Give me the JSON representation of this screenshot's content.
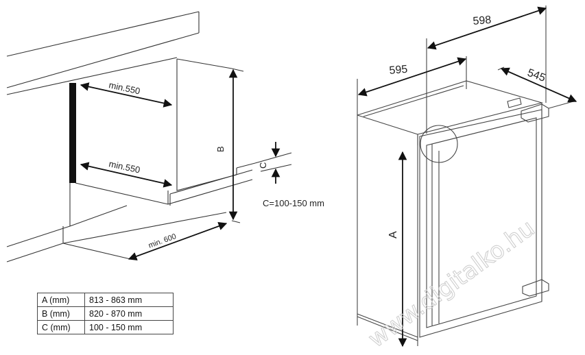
{
  "left_diagram": {
    "dims": {
      "min550_top": "min.550",
      "min550_bottom": "min.550",
      "min600": "min. 600",
      "b_label": "B",
      "c_label": "C",
      "c_range": "C=100-150 mm"
    }
  },
  "right_diagram": {
    "dims": {
      "width_outer": "598",
      "width_inner": "595",
      "depth": "545",
      "a_label": "A"
    },
    "watermark": "www.digitalko.hu"
  },
  "table": {
    "rows": [
      {
        "name": "A (mm)",
        "range": "813 - 863 mm"
      },
      {
        "name": "B (mm)",
        "range": "820 - 870 mm"
      },
      {
        "name": "C (mm)",
        "range": "100 - 150 mm"
      }
    ]
  }
}
